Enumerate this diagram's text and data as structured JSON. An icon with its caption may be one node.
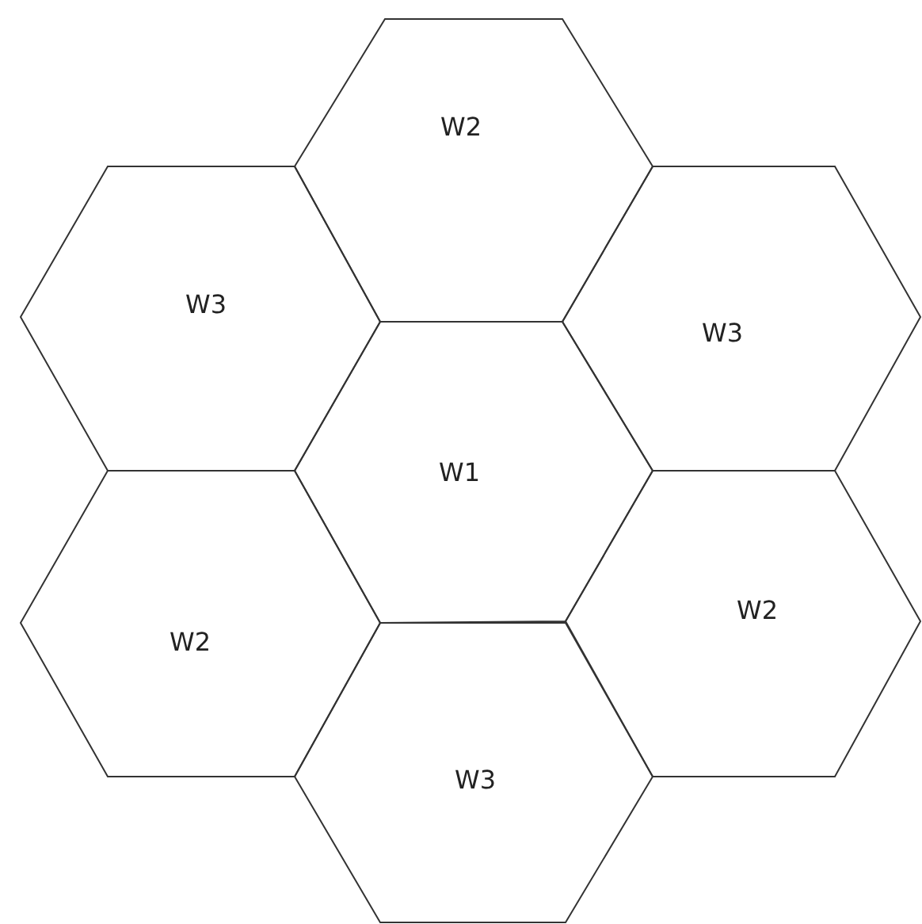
{
  "diagram": {
    "nodes": [
      {
        "text": [
          "W2"
        ]
      },
      {
        "text": [
          "W3"
        ]
      },
      {
        "text": [
          "W3"
        ]
      },
      {
        "text": [
          "W1"
        ]
      },
      {
        "text": [
          "W2"
        ]
      },
      {
        "text": [
          "W2"
        ]
      },
      {
        "text": [
          "W3"
        ]
      }
    ]
  }
}
